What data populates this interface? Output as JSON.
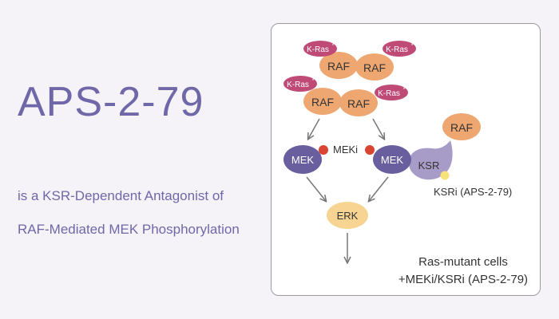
{
  "left": {
    "title": "APS-2-79",
    "subtitle_line1": "is a KSR-Dependent Antagonist of",
    "subtitle_line2": "RAF-Mediated MEK Phosphorylation"
  },
  "diagram": {
    "kras_label": "K-Ras",
    "raf_label": "RAF",
    "mek_label": "MEK",
    "meki_label": "MEKi",
    "ksr_label": "KSR",
    "ksri_label": "KSRi (APS-2-79)",
    "erk_label": "ERK",
    "caption_line1": "Ras-mutant cells",
    "caption_line2": "+MEKi/KSRi (APS-2-79)"
  },
  "colors": {
    "raf": "#eea771",
    "kras": "#bf4a76",
    "mek": "#6a5f9e",
    "ksr": "#a79bc8",
    "erk": "#f7d492",
    "inhibitor_red": "#d94433",
    "inhibitor_yellow": "#f6e27a",
    "text_purple": "#6f68a8",
    "arrow": "#777777"
  }
}
